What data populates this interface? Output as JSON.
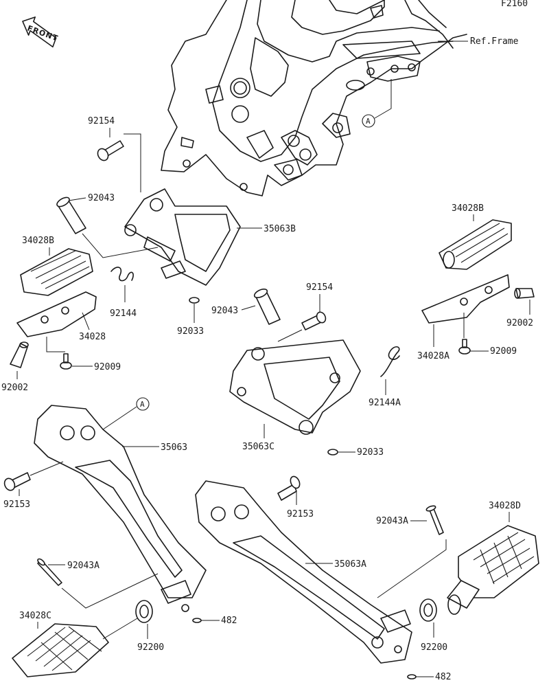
{
  "figure_code": "F2160",
  "direction": "FRONT",
  "ref_frame": "Ref.Frame",
  "callout_letter": "A",
  "parts": {
    "p92154_a": "92154",
    "p92043_a": "92043",
    "p35063b": "35063B",
    "p34028b_l": "34028B",
    "p92144": "92144",
    "p92033_a": "92033",
    "p34028": "34028",
    "p92009_l": "92009",
    "p92002_l": "92002",
    "p92043_b": "92043",
    "p92154_b": "92154",
    "p34028b_r": "34028B",
    "p92002_r": "92002",
    "p34028a": "34028A",
    "p92009_r": "92009",
    "p92144a": "92144A",
    "p35063c": "35063C",
    "p92033_b": "92033",
    "p35063": "35063",
    "p92153_l": "92153",
    "p92153_r": "92153",
    "p92043a_r": "92043A",
    "p34028d": "34028D",
    "p92043a_l": "92043A",
    "p35063a": "35063A",
    "p34028c": "34028C",
    "p92200_l": "92200",
    "p482_l": "482",
    "p92200_r": "92200",
    "p482_r": "482"
  }
}
